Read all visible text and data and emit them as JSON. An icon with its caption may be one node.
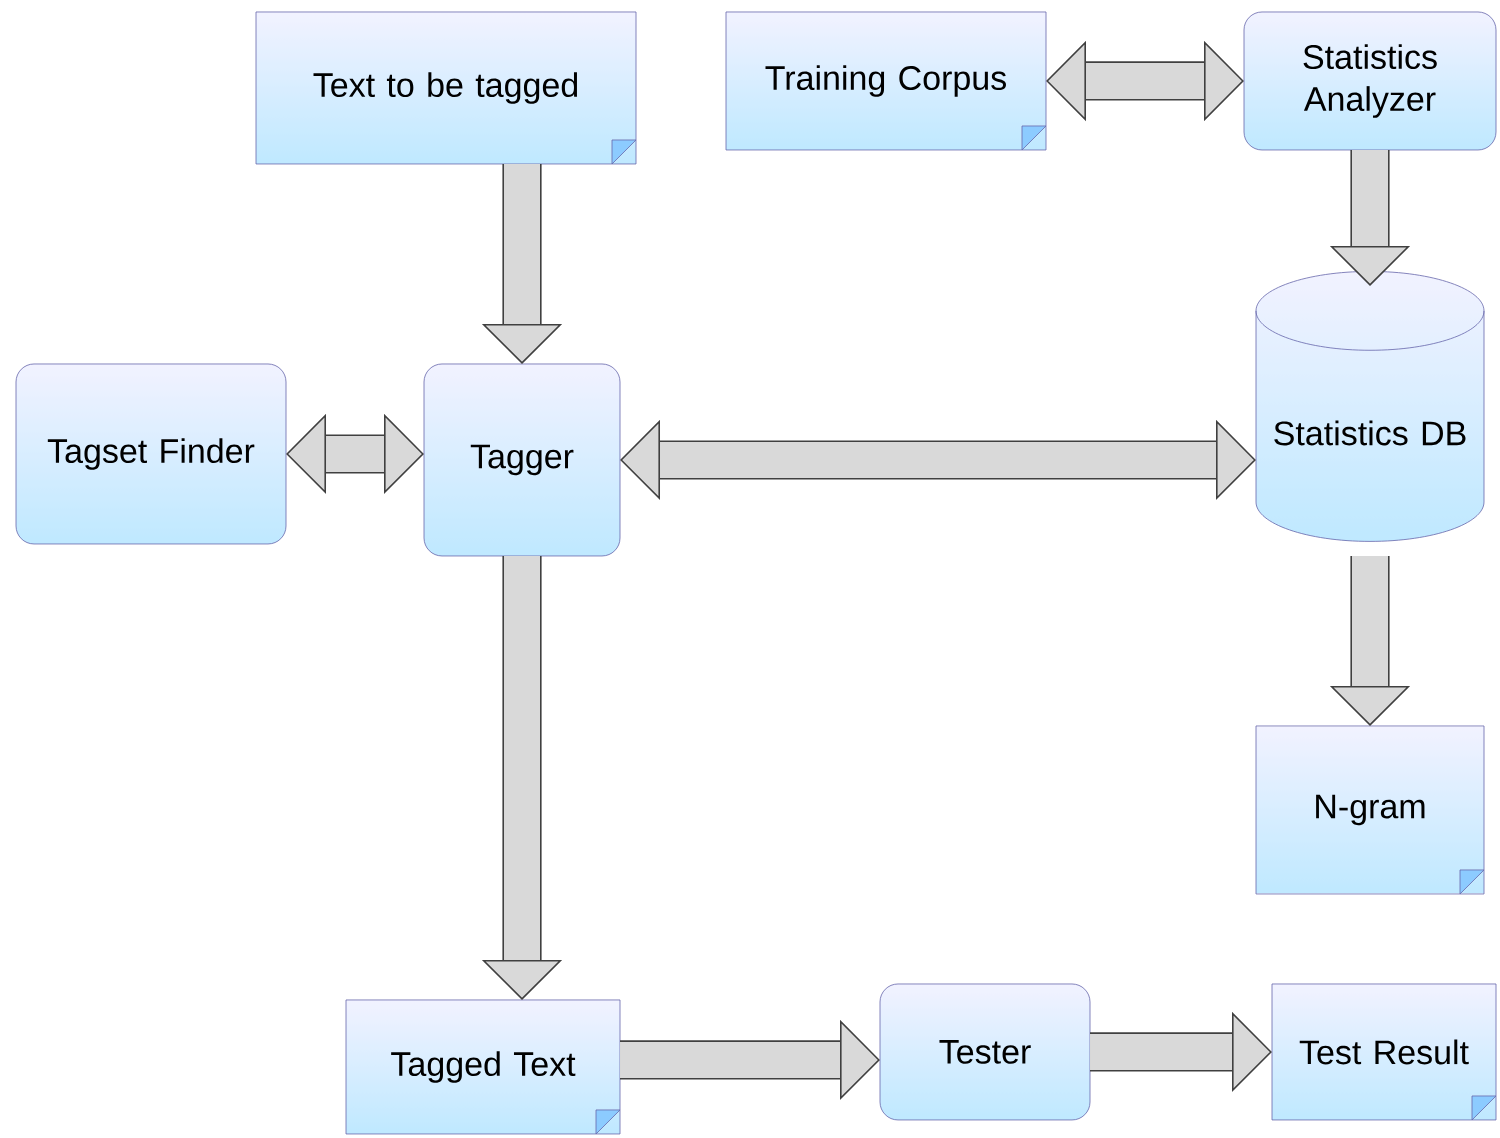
{
  "diagram": {
    "nodes": [
      {
        "text": [
          "Text to be tagged"
        ]
      },
      {
        "text": [
          "Training Corpus"
        ]
      },
      {
        "text": [
          "Statistics Analyzer"
        ]
      },
      {
        "text": [
          "Tagset Finder"
        ]
      },
      {
        "text": [
          "Tagger"
        ]
      },
      {
        "text": [
          "Statistics DB"
        ]
      },
      {
        "text": [
          "N-gram"
        ]
      },
      {
        "text": [
          "Tagged Text"
        ]
      },
      {
        "text": [
          "Tester"
        ]
      },
      {
        "text": [
          "Test Result"
        ]
      }
    ],
    "edges": [
      {
        "from": 1,
        "to": 2,
        "arrow": "both"
      },
      {
        "from": 2,
        "to": 5,
        "arrow": "to"
      },
      {
        "from": 0,
        "to": 4,
        "arrow": "to"
      },
      {
        "from": 3,
        "to": 4,
        "arrow": "both"
      },
      {
        "from": 4,
        "to": 5,
        "arrow": "both"
      },
      {
        "from": 5,
        "to": 6,
        "arrow": "to"
      },
      {
        "from": 4,
        "to": 7,
        "arrow": "to"
      },
      {
        "from": 7,
        "to": 8,
        "arrow": "to"
      },
      {
        "from": 8,
        "to": 9,
        "arrow": "to"
      }
    ]
  }
}
